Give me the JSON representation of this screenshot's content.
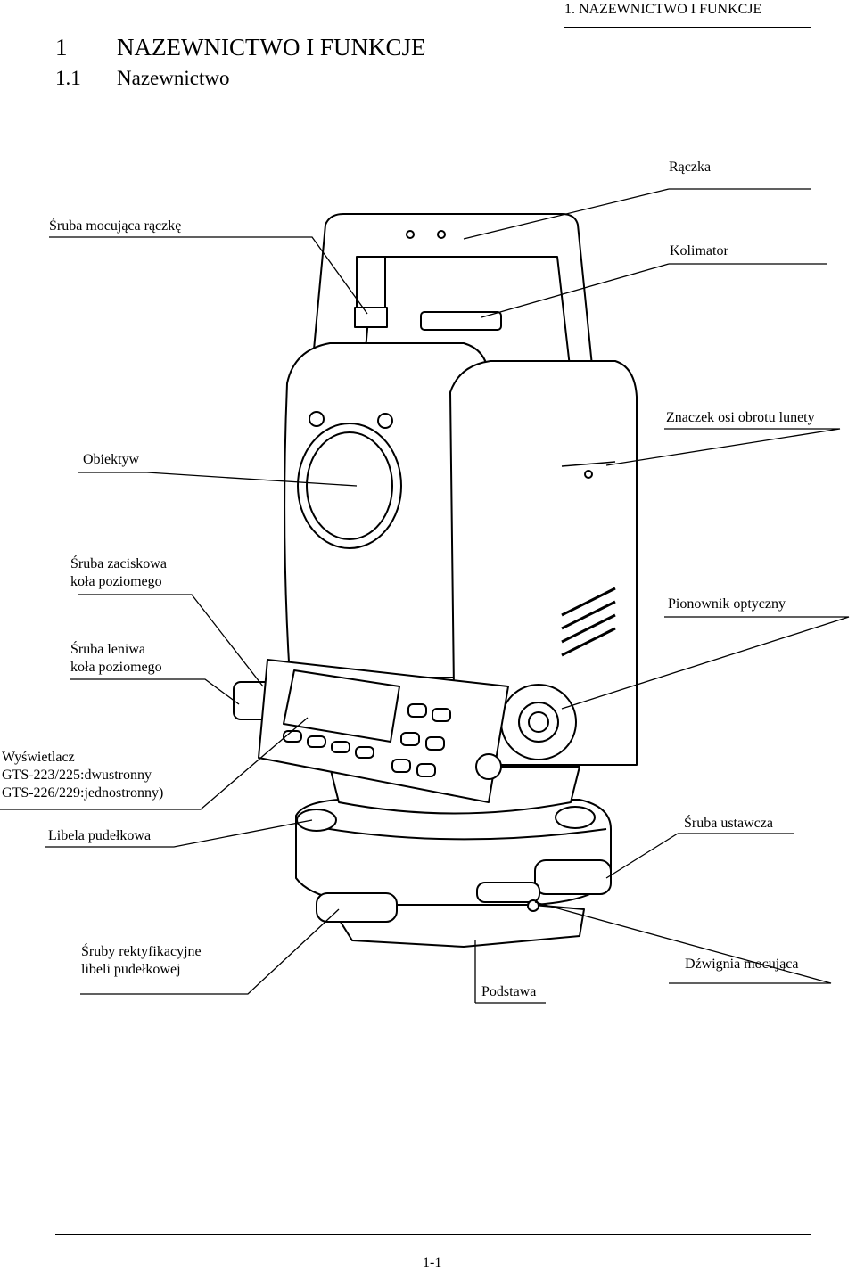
{
  "header": {
    "running_title": "1.   NAZEWNICTWO I FUNKCJE"
  },
  "headings": {
    "chapter_number": "1",
    "chapter_title": "NAZEWNICTWO I FUNKCJE",
    "section_number": "1.1",
    "section_title": "Nazewnictwo"
  },
  "labels": {
    "handle": "Rączka",
    "handle_screw": "Śruba mocująca rączkę",
    "collimator": "Kolimator",
    "telescope_axis_mark": "Znaczek osi obrotu lunety",
    "objective": "Obiektyw",
    "clamp_line1": "Śruba zaciskowa",
    "clamp_line2": "koła poziomego",
    "optical_plummet": "Pionownik optyczny",
    "tangent_line1": "Śruba leniwa",
    "tangent_line2": "koła poziomego",
    "display_line1": "Wyświetlacz",
    "display_line2": "GTS-223/225:dwustronny",
    "display_line3": "GTS-226/229:jednostronny)",
    "circular_level": "Libela pudełkowa",
    "leveling_screw": "Śruba ustawcza",
    "adjust_line1": "Śruby rektyfikacyjne",
    "adjust_line2": "libeli pudełkowej",
    "locking_lever": "Dźwignia mocująca",
    "base": "Podstawa"
  },
  "footer": {
    "page_number": "1-1"
  }
}
